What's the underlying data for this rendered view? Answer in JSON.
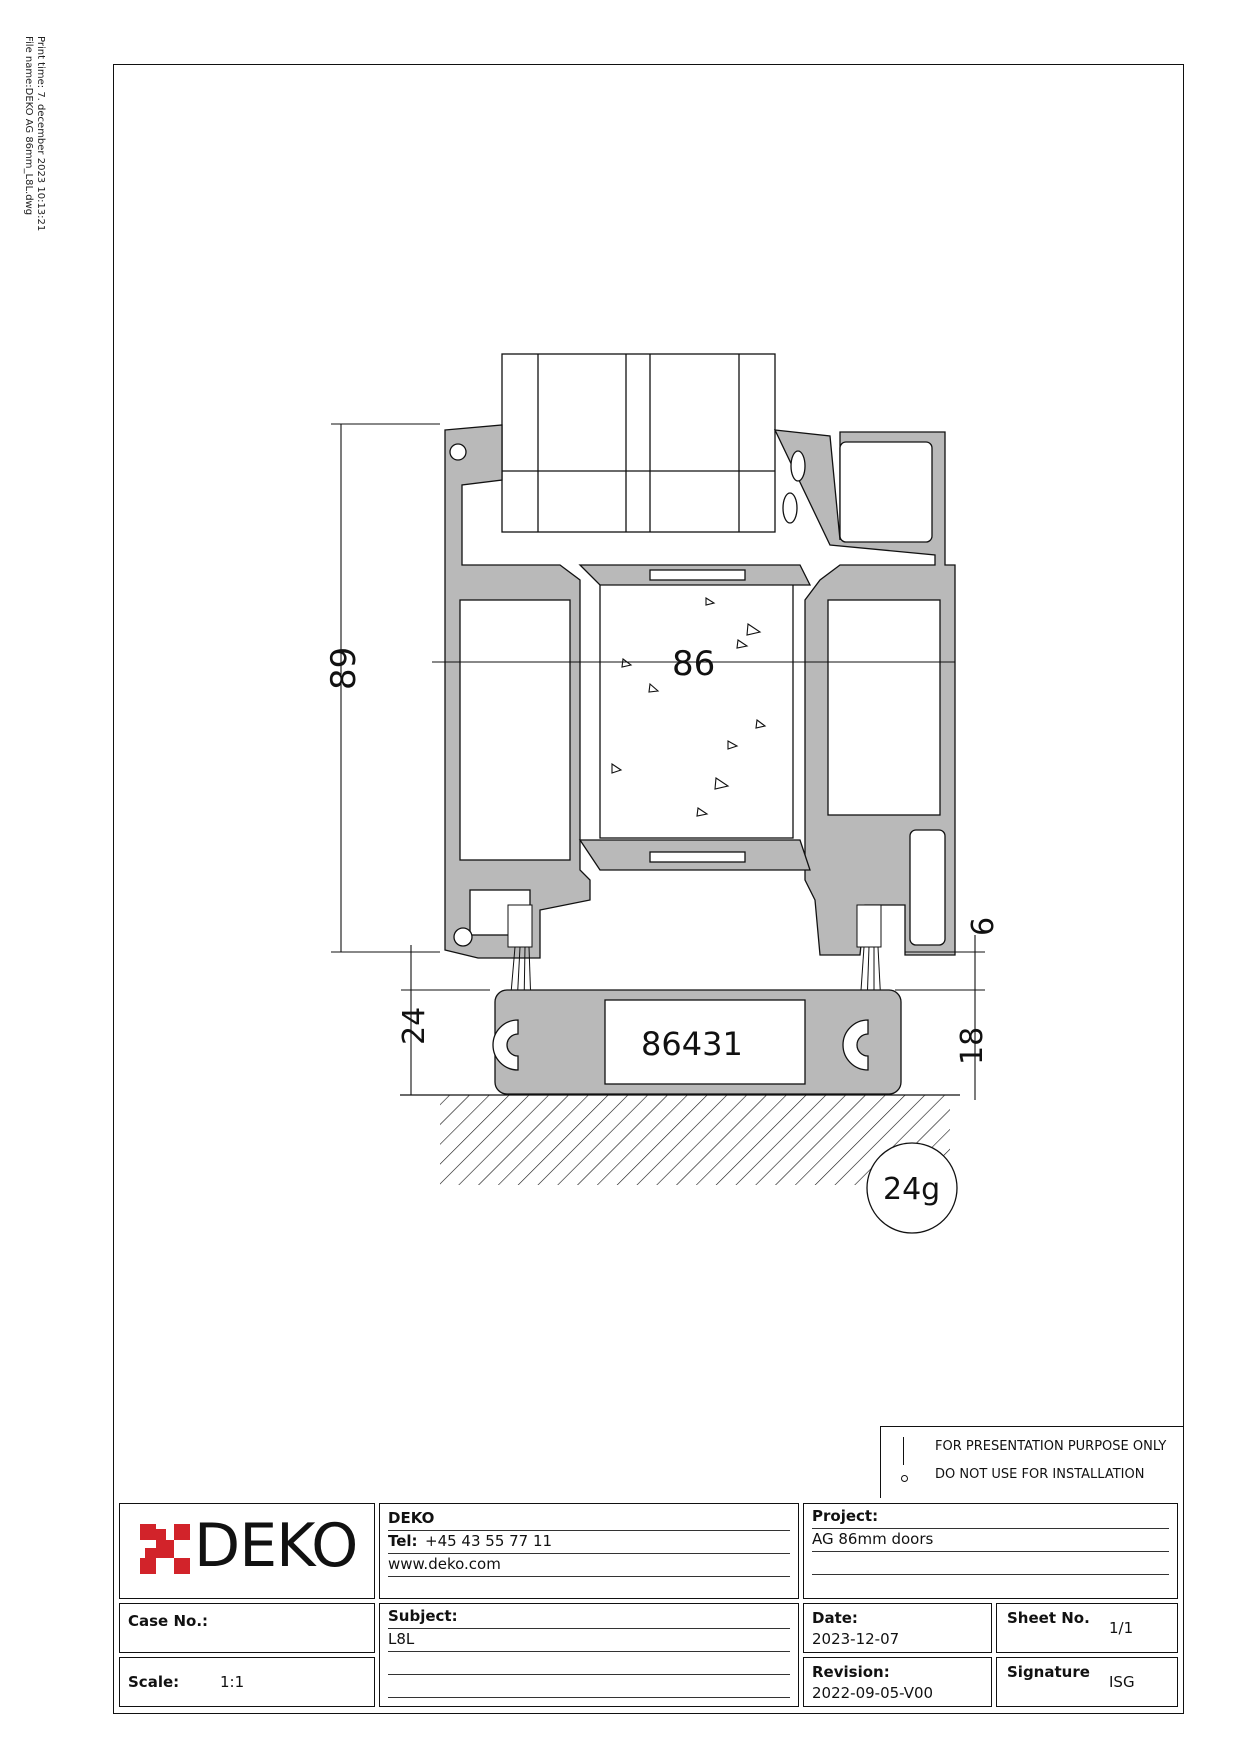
{
  "print_info": {
    "print_time": "Print time: 7. december 2023 10:13:21",
    "file_name": "File name:DEKO AG 86mm_L8L.dwg"
  },
  "drawing": {
    "dim_height": "89",
    "dim_width": "86",
    "dim_top_gap": "6",
    "dim_threshold": "24",
    "dim_sill": "18",
    "profile_label": "86431",
    "weight_badge": "24g"
  },
  "notice": {
    "line1": "FOR PRESENTATION PURPOSE ONLY",
    "line2": "DO NOT USE FOR INSTALLATION"
  },
  "titleblock": {
    "logo_text": "DEKO",
    "company": {
      "name": "DEKO",
      "tel_label": "Tel:",
      "tel_value": "+45 43 55 77 11",
      "web": "www.deko.com"
    },
    "project": {
      "label": "Project:",
      "value": "AG 86mm doors"
    },
    "case_no": {
      "label": "Case No.:",
      "value": ""
    },
    "subject": {
      "label": "Subject:",
      "value": "L8L"
    },
    "date": {
      "label": "Date:",
      "value": "2023-12-07"
    },
    "sheet_no": {
      "label": "Sheet No.",
      "value": "1/1"
    },
    "scale": {
      "label": "Scale:",
      "value": "1:1"
    },
    "revision": {
      "label": "Revision:",
      "value": "2022-09-05-V00"
    },
    "signature": {
      "label": "Signature",
      "value": "ISG"
    }
  },
  "colors": {
    "logo_red": "#d2232a",
    "ink": "#111111"
  }
}
